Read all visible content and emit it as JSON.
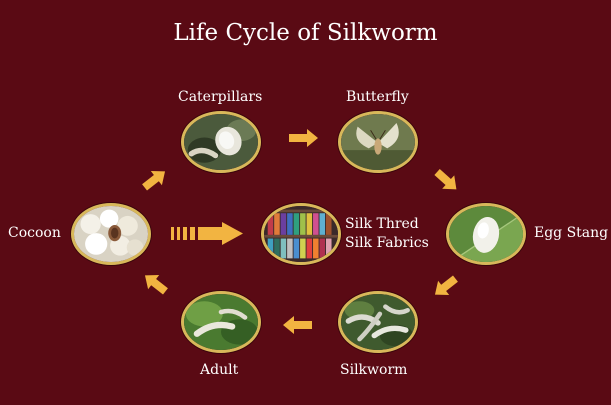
{
  "title": "Life Cycle of Silkworm",
  "stages": {
    "caterpillars": "Caterpillars",
    "butterfly": "Butterfly",
    "egg_stang": "Egg Stang",
    "silkworm": "Silkworm",
    "adult": "Adult",
    "cocoon": "Cocoon",
    "silk_line1": "Silk Thred",
    "silk_line2": "Silk Fabrics"
  },
  "colors": {
    "background": "#5a0a14",
    "ring": "#d8b85a",
    "arrow": "#f2b441",
    "text": "#ffffff"
  }
}
